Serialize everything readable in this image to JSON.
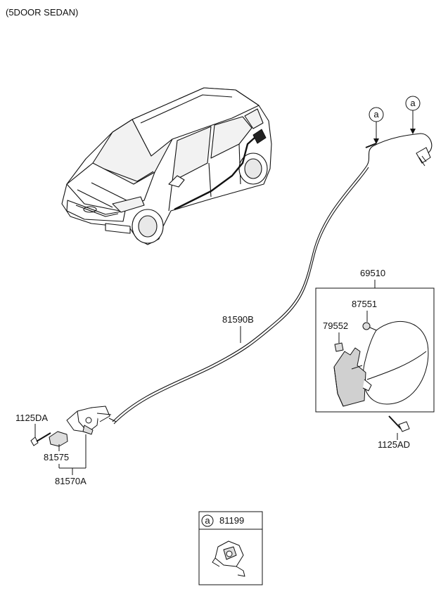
{
  "header": {
    "variant": "(5DOOR SEDAN)"
  },
  "callout_letter": "a",
  "parts": {
    "fuel_door_assy": "69510",
    "retainer": "87551",
    "housing_part": "79552",
    "screw_right": "1125AD",
    "cable": "81590B",
    "bolt_left": "1125DA",
    "actuator_part": "81575",
    "opener_assy": "81570A",
    "detail_part": "81199"
  },
  "colors": {
    "line": "#111111",
    "fill": "#ffffff",
    "shade": "#c8c8c8"
  }
}
